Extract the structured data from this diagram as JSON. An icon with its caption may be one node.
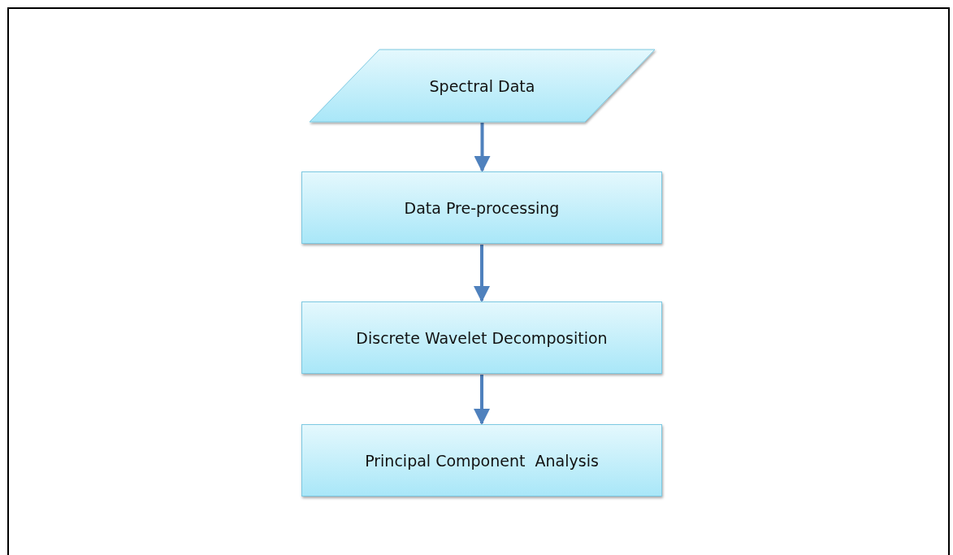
{
  "diagram": {
    "nodes": [
      {
        "text": [
          "Spectral Data"
        ]
      },
      {
        "text": [
          "Data Pre-processing"
        ]
      },
      {
        "text": [
          "Discrete Wavelet Decomposition"
        ]
      },
      {
        "text": [
          "Principal Component  Analysis"
        ]
      }
    ],
    "edges": [
      {
        "from": 0,
        "to": 1,
        "arrow": "to"
      },
      {
        "from": 1,
        "to": 2,
        "arrow": "to"
      },
      {
        "from": 2,
        "to": 3,
        "arrow": "to"
      }
    ]
  }
}
